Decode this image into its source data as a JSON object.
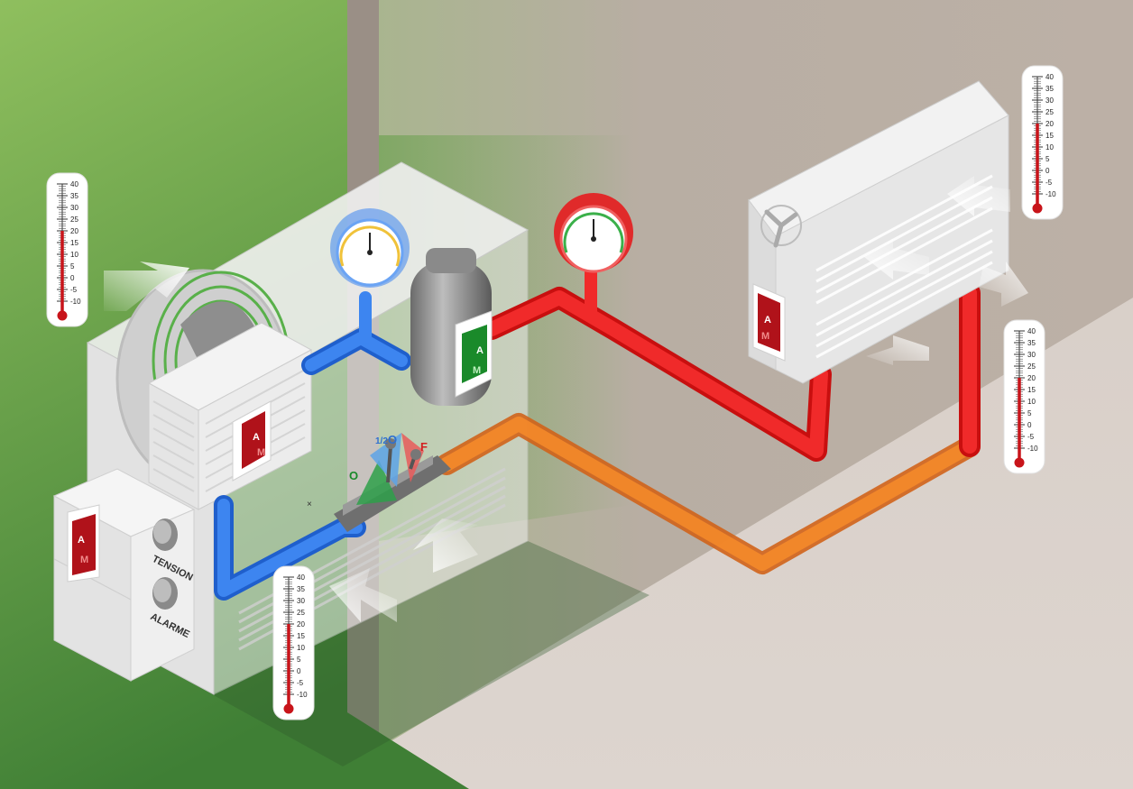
{
  "thermometer_scale": [
    "40",
    "35",
    "30",
    "25",
    "20",
    "15",
    "10",
    "5",
    "0",
    "-5",
    "-10"
  ],
  "thermometers": [
    {
      "id": "outdoor-left",
      "level_c": 20
    },
    {
      "id": "indoor-right-top",
      "level_c": 20
    },
    {
      "id": "indoor-right-mid",
      "level_c": 20
    },
    {
      "id": "outdoor-bottom",
      "level_c": 20
    }
  ],
  "am_switch": {
    "a": "A",
    "m": "M"
  },
  "control_box": {
    "tension_label": "TENSION",
    "alarme_label": "ALARME"
  },
  "valve": {
    "label_open": "O",
    "label_half": "1/2",
    "label_closed": "F",
    "label_open2": "O"
  },
  "colors": {
    "low_pressure_pipe": "#2f6fe0",
    "high_pressure_pipe": "#e81c1c",
    "liquid_pipe": "#f07a1c",
    "switch_red": "#b0121a",
    "switch_green": "#1a8a2a",
    "wall": "#bdb3aa",
    "grass": "#5f9e45"
  },
  "icons": {
    "fan": "fan-icon",
    "airflow": "airflow-arrow-icon",
    "gauge": "pressure-gauge-icon",
    "thermometer": "thermometer-icon"
  }
}
